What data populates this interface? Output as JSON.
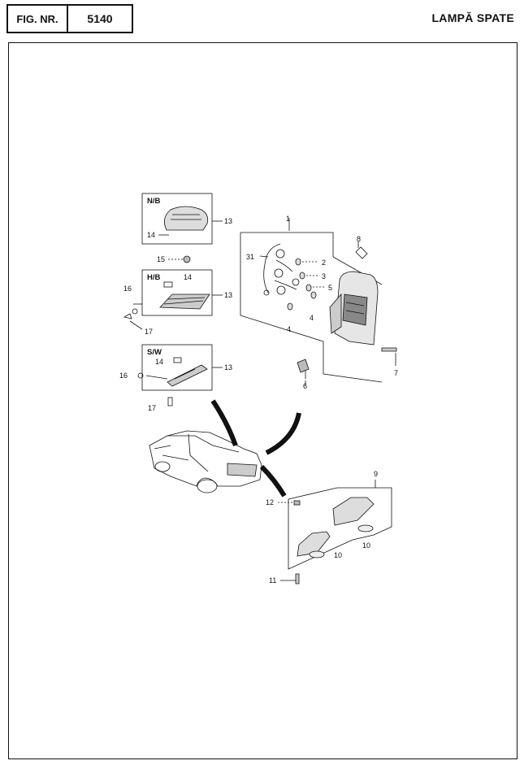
{
  "header": {
    "fig_label": "FIG. NR.",
    "fig_number": "5140",
    "title": "LAMPĂ SPATE"
  },
  "groups": {
    "nb": "N/B",
    "hb": "H/B",
    "sw": "S/W"
  },
  "callouts": {
    "c1": "1",
    "c2": "2",
    "c3": "3",
    "c4a": "4",
    "c4b": "4",
    "c5": "5",
    "c6": "6",
    "c7": "7",
    "c8": "8",
    "c9": "9",
    "c10a": "10",
    "c10b": "10",
    "c11": "11",
    "c12": "12",
    "c13a": "13",
    "c13b": "13",
    "c13c": "13",
    "c14a": "14",
    "c14b": "14",
    "c14c": "14",
    "c15": "15",
    "c16a": "16",
    "c16b": "16",
    "c17a": "17",
    "c17b": "17",
    "c31": "31"
  }
}
